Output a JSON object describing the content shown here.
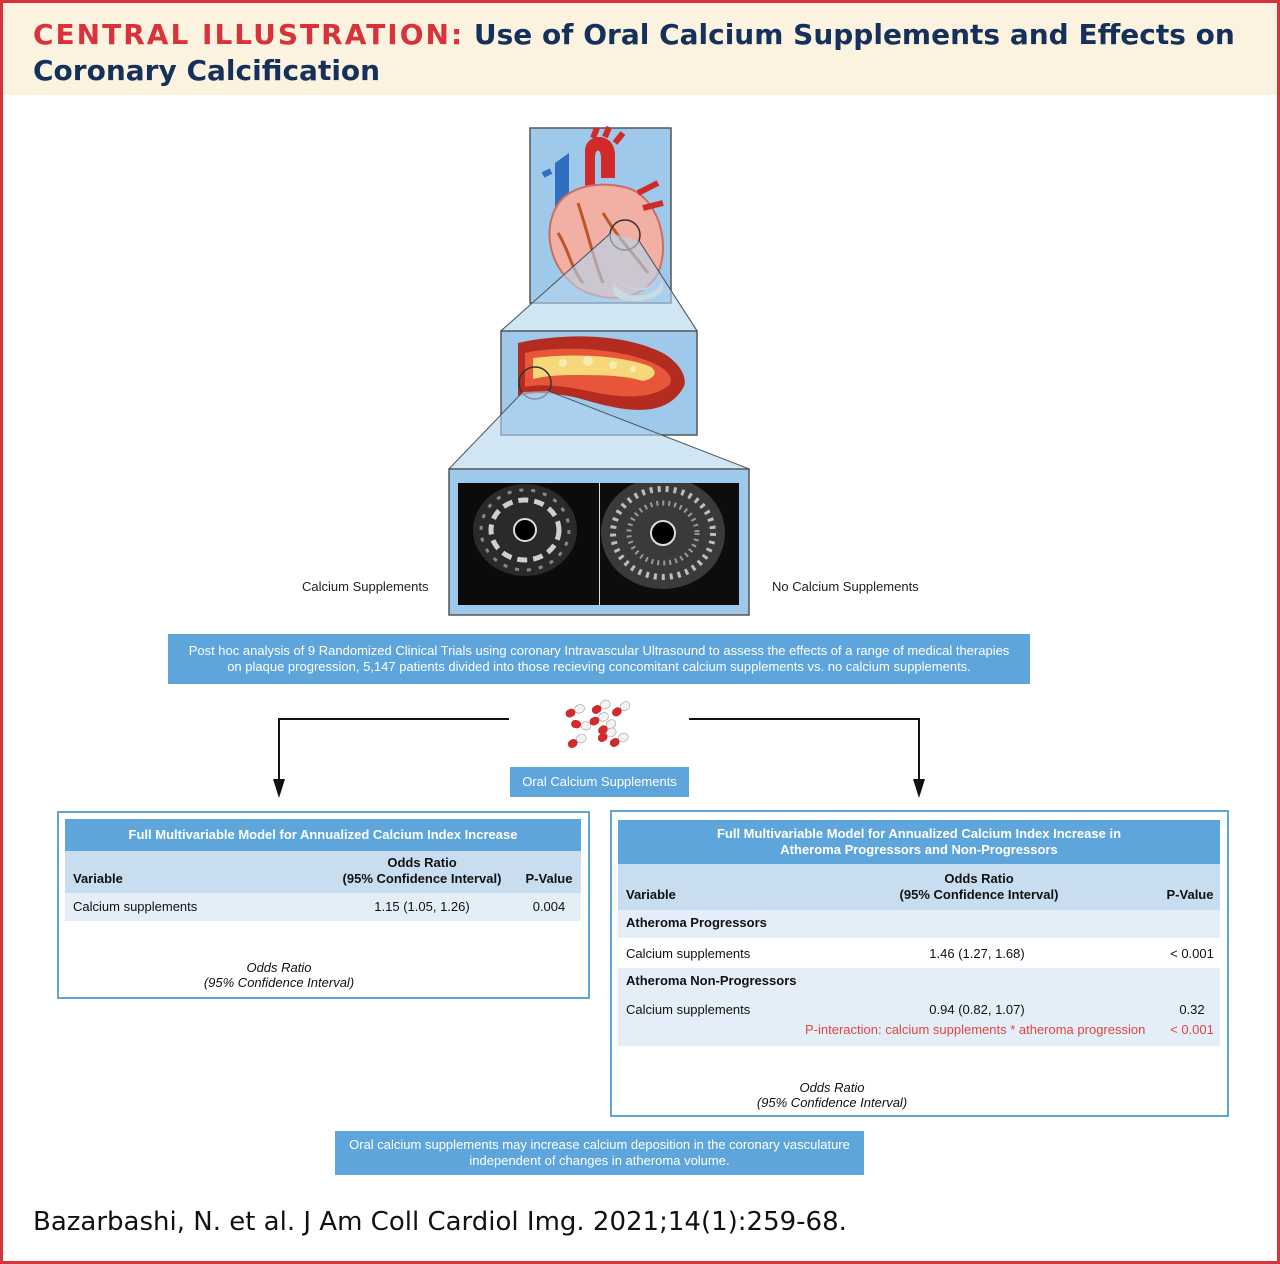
{
  "header": {
    "label": "CENTRAL ILLUSTRATION:",
    "title_part1": "Use of Oral Calcium Supplements and Effects on",
    "title_part2": "Coronary Calcification"
  },
  "ivus": {
    "left_label": "Calcium Supplements",
    "right_label": "No Calcium Supplements"
  },
  "summary": "Post hoc analysis of 9  Randomized Clinical Trials using coronary Intravascular Ultrasound to assess the effects of a range of medical therapies on plaque progression, 5,147 patients divided into those recieving concomitant calcium supplements vs. no calcium supplements.",
  "pills_label": "Oral Calcium Supplements",
  "left_panel": {
    "title": "Full Multivariable Model for Annualized Calcium Index Increase",
    "col_variable": "Variable",
    "col_or": "Odds Ratio",
    "col_or2": "(95% Confidence Interval)",
    "col_p": "P-Value",
    "rows": [
      {
        "variable": "Calcium supplements",
        "or_text": "1.15 (1.05, 1.26)",
        "p": "0.004"
      }
    ],
    "axis_ticks": [
      "0.5",
      "1",
      "1.5",
      "2",
      "2.5"
    ],
    "axis_title1": "Odds Ratio",
    "axis_title2": "(95% Confidence Interval)"
  },
  "right_panel": {
    "title1": "Full Multivariable Model for Annualized Calcium Index Increase in",
    "title2": "Atheroma Progressors and Non-Progressors",
    "col_variable": "Variable",
    "col_or": "Odds Ratio",
    "col_or2": "(95% Confidence Interval)",
    "col_p": "P-Value",
    "group1": "Atheroma Progressors",
    "group2": "Atheroma Non-Progressors",
    "rows": [
      {
        "variable": "Calcium supplements",
        "or_text": "1.46 (1.27, 1.68)",
        "p": "< 0.001"
      },
      {
        "variable": "Calcium supplements",
        "or_text": "0.94 (0.82, 1.07)",
        "p": "0.32"
      }
    ],
    "interaction_text": "P-interaction: calcium supplements * atheroma progression",
    "interaction_p": "< 0.001",
    "axis_ticks": [
      "0.5",
      "1",
      "1.5",
      "2",
      "2.5"
    ],
    "axis_title1": "Odds Ratio",
    "axis_title2": "(95% Confidence Interval)"
  },
  "forest_data": {
    "left": [
      {
        "or": 1.15,
        "lo": 1.05,
        "hi": 1.26
      }
    ],
    "right": [
      {
        "or": 1.46,
        "lo": 1.27,
        "hi": 1.68
      },
      {
        "or": 0.94,
        "lo": 0.82,
        "hi": 1.07
      }
    ],
    "marker_color": "#5ea5dc"
  },
  "conclusion": "Oral calcium supplements may increase calcium deposition in the coronary vasculature independent of changes in atheroma volume.",
  "citation": "Bazarbashi, N. et al. J Am Coll Cardiol Img. 2021;14(1):259-68.",
  "colors": {
    "accent_red": "#d8333a",
    "navy": "#16305c",
    "blue": "#5ea5dc",
    "header_bg": "#fbf3df"
  }
}
